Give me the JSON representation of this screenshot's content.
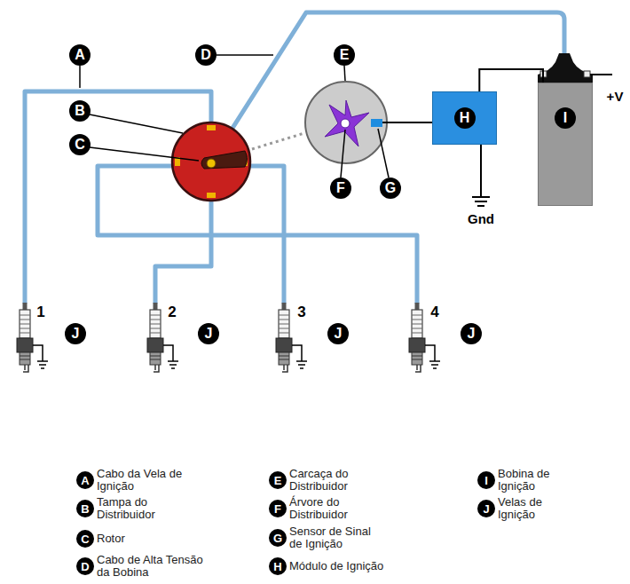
{
  "diagram": {
    "nodes": [
      {
        "text": [
          "H"
        ]
      },
      {
        "text": [
          "I"
        ]
      }
    ],
    "edges": [
      {
        "from": 0,
        "to": 1,
        "arrow": "none"
      }
    ],
    "labels": [
      "A",
      "B",
      "C",
      "D",
      "E",
      "F",
      "G",
      "J",
      "J",
      "J",
      "J",
      "1",
      "2",
      "3",
      "4",
      "Gnd",
      "+V",
      "A",
      "B",
      "C",
      "D",
      "E",
      "F",
      "G",
      "H",
      "I",
      "J"
    ],
    "legend": [
      {
        "text": "Cabo da Vela de Ignição"
      },
      {
        "text": "Tampa do Distribuidor"
      },
      {
        "text": "Rotor"
      },
      {
        "text": "Cabo de Alta Tensão da Bobina"
      },
      {
        "text": "Carcaça do Distribuidor"
      },
      {
        "text": "Árvore do Distribuidor"
      },
      {
        "text": "Sensor de Sinal de Ignição"
      },
      {
        "text": "Módulo de Ignição"
      },
      {
        "text": "Bobina de Ignição"
      },
      {
        "text": "Velas de Ignição"
      }
    ]
  }
}
